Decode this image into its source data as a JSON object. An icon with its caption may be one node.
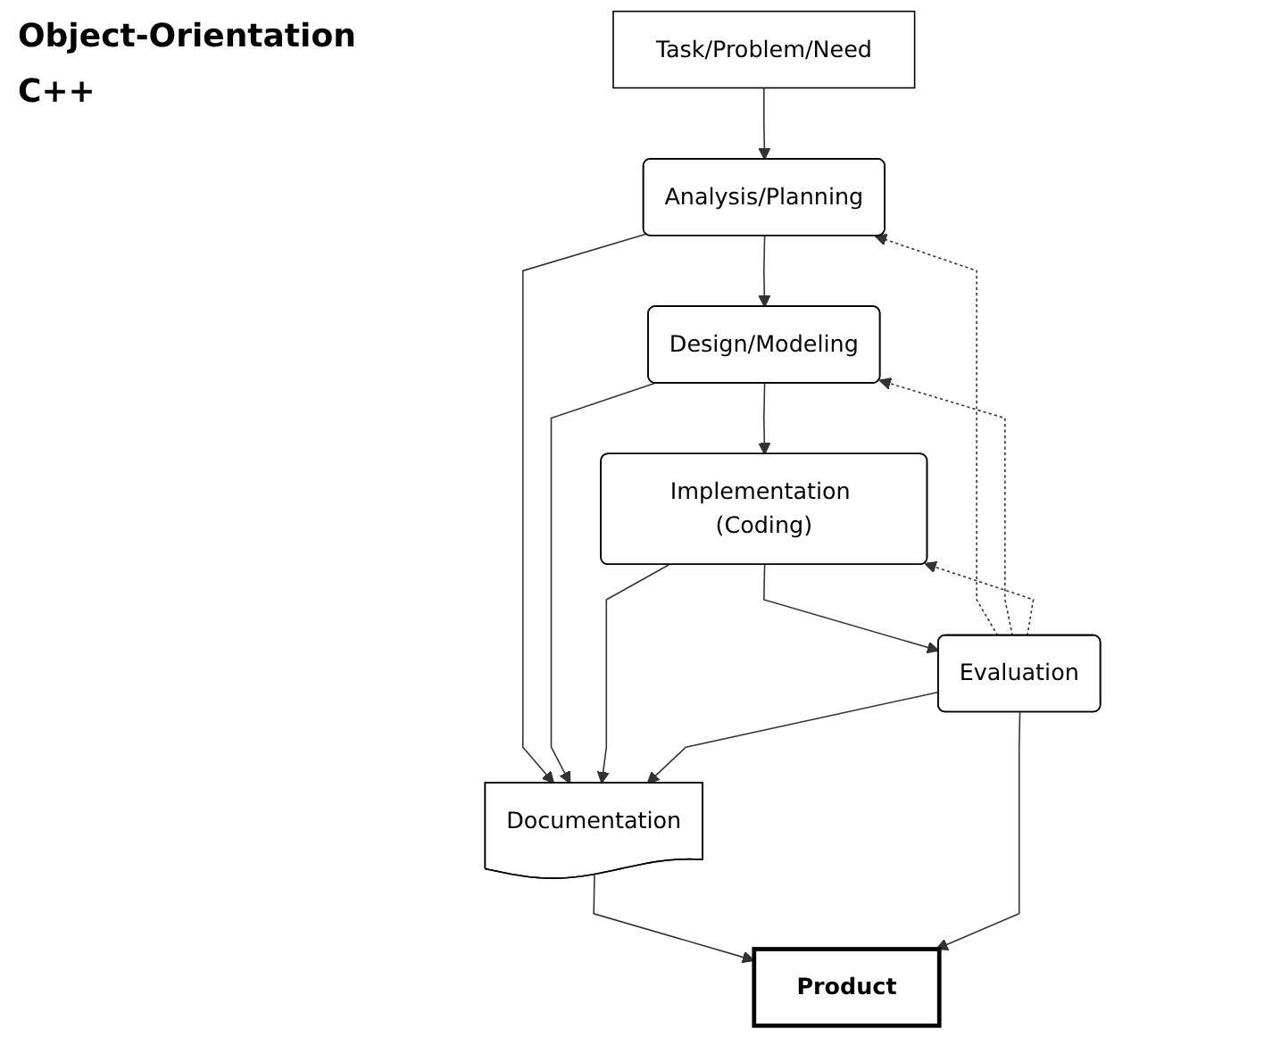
{
  "diagram": {
    "nodes": [
      {
        "text": [
          "Task/Problem/Need"
        ]
      },
      {
        "text": [
          "Analysis/Planning"
        ]
      },
      {
        "text": [
          "Design/Modeling"
        ]
      },
      {
        "text": [
          "Implementation (Coding)"
        ]
      },
      {
        "text": [
          "Evaluation"
        ]
      },
      {
        "text": [
          "Documentation"
        ]
      },
      {
        "text": [
          "Product"
        ]
      }
    ],
    "edges": [
      {
        "from": 0,
        "to": 1,
        "arrow": "to"
      },
      {
        "from": 1,
        "to": 2,
        "arrow": "to"
      },
      {
        "from": 2,
        "to": 3,
        "arrow": "to"
      },
      {
        "from": 3,
        "to": 4,
        "arrow": "to"
      },
      {
        "from": 4,
        "to": 1,
        "arrow": "to",
        "style": "dashed"
      },
      {
        "from": 4,
        "to": 2,
        "arrow": "to",
        "style": "dashed"
      },
      {
        "from": 4,
        "to": 3,
        "arrow": "to",
        "style": "dashed"
      },
      {
        "from": 1,
        "to": 5,
        "arrow": "to"
      },
      {
        "from": 2,
        "to": 5,
        "arrow": "to"
      },
      {
        "from": 3,
        "to": 5,
        "arrow": "to"
      },
      {
        "from": 4,
        "to": 5,
        "arrow": "to"
      },
      {
        "from": 5,
        "to": 6,
        "arrow": "to"
      },
      {
        "from": 4,
        "to": 6,
        "arrow": "to"
      }
    ],
    "labels": [
      "Object-Orientation",
      "C++"
    ]
  }
}
